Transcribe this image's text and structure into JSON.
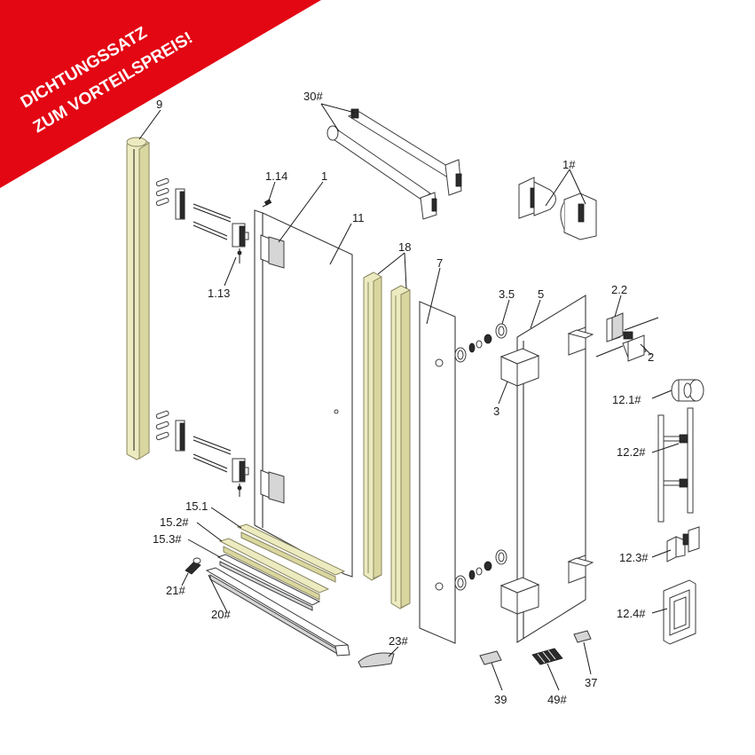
{
  "banner": {
    "line1": "DICHTUNGSSATZ",
    "line2": "ZUM VORTEILSPREIS!",
    "color": "#e30613"
  },
  "labels": {
    "p9": "9",
    "p30": "30#",
    "p1_14": "1.14",
    "p1": "1",
    "p11": "11",
    "p1h": "1#",
    "p1_13": "1.13",
    "p18": "18",
    "p7": "7",
    "p3_5": "3.5",
    "p5": "5",
    "p2_2": "2.2",
    "p2": "2",
    "p3": "3",
    "p12_1": "12.1#",
    "p12_2": "12.2#",
    "p12_3": "12.3#",
    "p12_4": "12.4#",
    "p15_1": "15.1",
    "p15_2": "15.2#",
    "p15_3": "15.3#",
    "p21": "21#",
    "p20": "20#",
    "p23": "23#",
    "p39": "39",
    "p49": "49#",
    "p37": "37"
  },
  "colors": {
    "seal": "#ecebc0",
    "seal_stroke": "#8a8660",
    "line": "#1a1a1a"
  }
}
